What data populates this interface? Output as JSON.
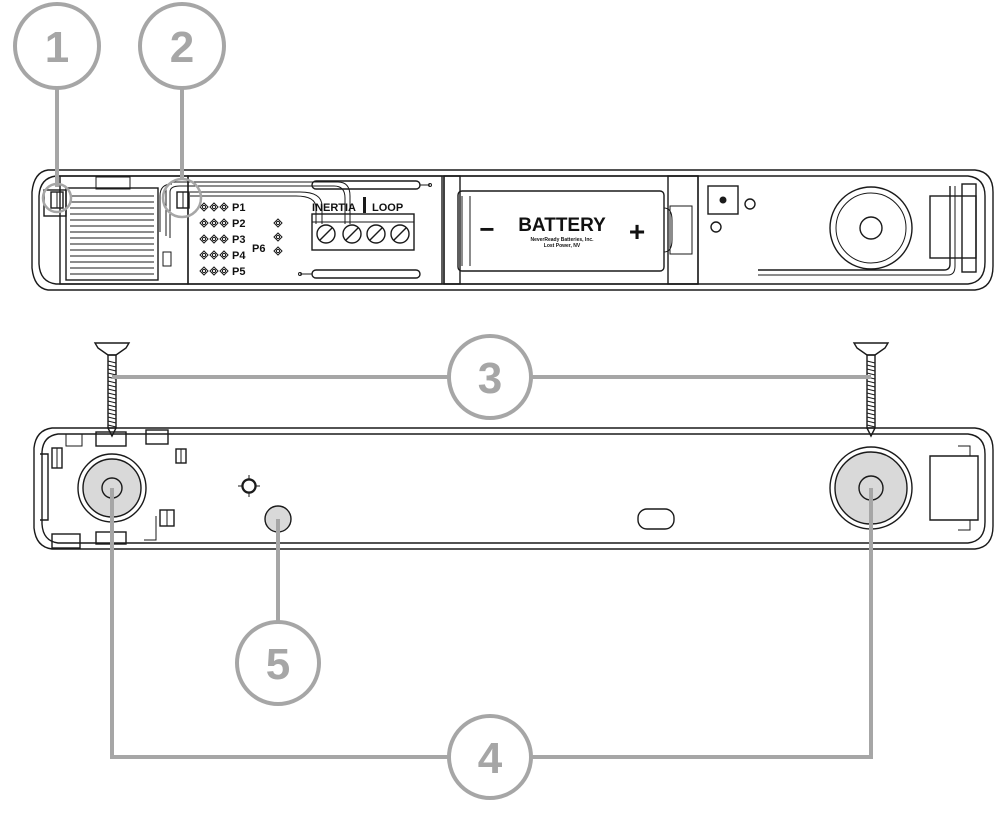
{
  "top_view": {
    "jumper_labels": [
      "P1",
      "P2",
      "P3",
      "P4",
      "P5"
    ],
    "p6_label": "P6",
    "terminal_labels": {
      "inertia": "INERTIA",
      "loop": "LOOP"
    },
    "battery": {
      "label": "BATTERY",
      "minus": "−",
      "plus": "+",
      "maker_line1": "NeverReady Batteries, Inc.",
      "maker_line2": "Lost Power, NV"
    }
  },
  "callouts": [
    {
      "number": "1"
    },
    {
      "number": "2"
    },
    {
      "number": "3"
    },
    {
      "number": "4"
    },
    {
      "number": "5"
    }
  ],
  "colors": {
    "callout": "#a6a6a6",
    "outline": "#1a1a1a",
    "mount_pad": "#d9d9d9"
  }
}
